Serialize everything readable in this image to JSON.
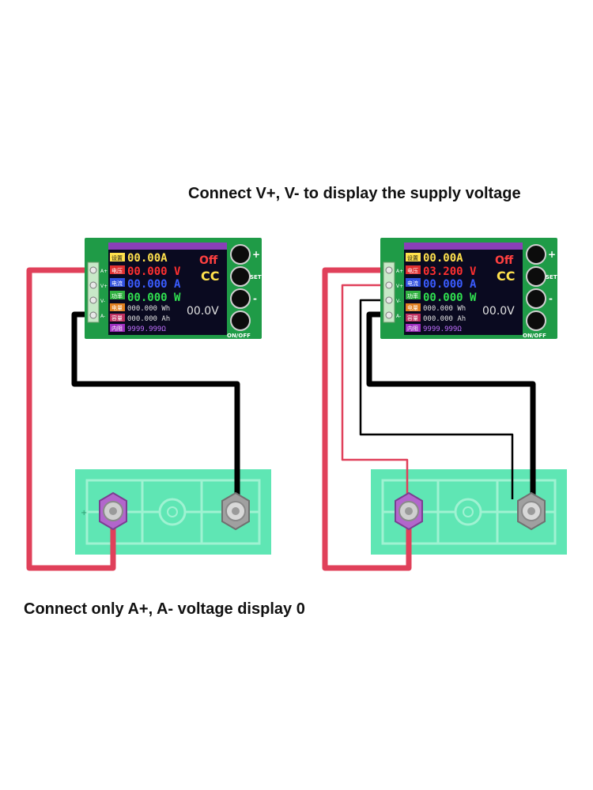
{
  "captions": {
    "top": "Connect V+, V- to display the supply voltage",
    "bottom": "Connect only A+, A- voltage display 0"
  },
  "colors": {
    "pcb": "#1f9b47",
    "battery": "#5fe6b4",
    "wire_red": "#e0405a",
    "wire_black": "#000000",
    "terminal_positive": "#b266cc",
    "terminal_negative": "#a0a0a0",
    "screen": "#0a0a20"
  },
  "modules": [
    {
      "terminals": [
        "A+",
        "V+",
        "V-",
        "A-"
      ],
      "buttons": {
        "plus": "+",
        "set": "SET",
        "minus": "-",
        "onoff": "ON/OFF"
      },
      "screen": {
        "set_tag": "设置",
        "set_current": "00.00A",
        "status": "Off",
        "v_tag": "电压",
        "voltage": "00.000 V",
        "a_tag": "电流",
        "current": "00.000 A",
        "mode": "CC",
        "p_tag": "功率",
        "power": "00.000 W",
        "wh_tag": "电量",
        "energy_wh": "000.000 Wh",
        "ah_tag": "容量",
        "energy_ah": "000.000 Ah",
        "r_tag": "内阻",
        "resistance": "9999.999Ω",
        "vset": "00.0V"
      }
    },
    {
      "terminals": [
        "A+",
        "V+",
        "V-",
        "A-"
      ],
      "buttons": {
        "plus": "+",
        "set": "SET",
        "minus": "-",
        "onoff": "ON/OFF"
      },
      "screen": {
        "set_tag": "设置",
        "set_current": "00.00A",
        "status": "Off",
        "v_tag": "电压",
        "voltage": "03.200 V",
        "a_tag": "电流",
        "current": "00.000 A",
        "mode": "CC",
        "p_tag": "功率",
        "power": "00.000 W",
        "wh_tag": "电量",
        "energy_wh": "000.000 Wh",
        "ah_tag": "容量",
        "energy_ah": "000.000 Ah",
        "r_tag": "内阻",
        "resistance": "9999.999Ω",
        "vset": "00.0V"
      }
    }
  ]
}
